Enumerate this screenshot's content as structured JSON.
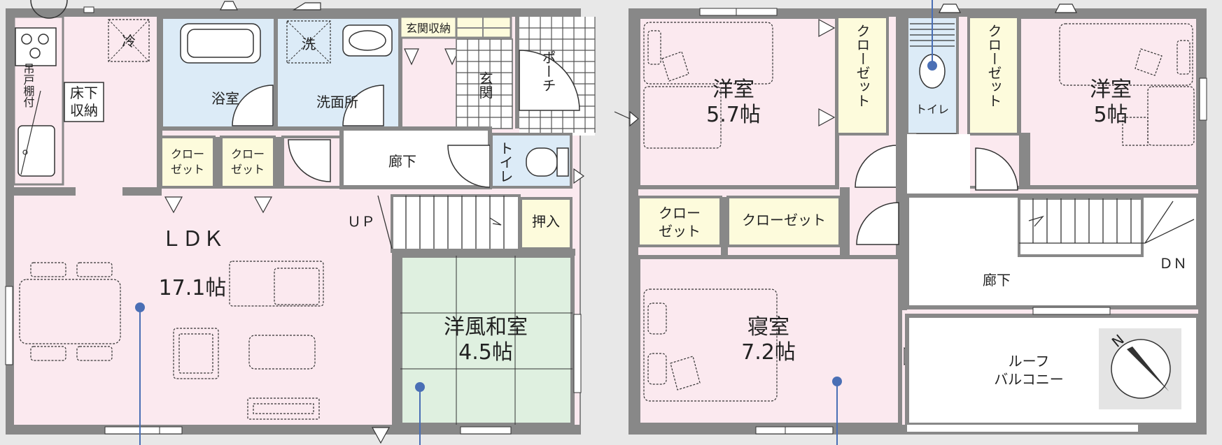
{
  "colors": {
    "wall": "#888888",
    "pink": "#fbe9ef",
    "blue": "#dcebf7",
    "yellow": "#fdfbdc",
    "green": "#dff0e0",
    "white": "#ffffff",
    "accent": "#4a6fb5"
  },
  "floor1": {
    "ldk": {
      "name": "ＬＤＫ",
      "size": "17.1帖"
    },
    "bath": "浴室",
    "washroom": "洗面所",
    "washer": "洗",
    "fridge": "冷",
    "underfloor_storage": [
      "床下",
      "収納"
    ],
    "hanging_shelf": "吊戸棚付",
    "entrance_storage": "玄関収納",
    "entrance": "玄関",
    "porch": "ポーチ",
    "hallway": "廊下",
    "toilet": "トイレ",
    "closet_left": [
      "クロー",
      "ゼット"
    ],
    "closet_right": [
      "クロー",
      "ゼット"
    ],
    "up": "ＵＰ",
    "oshiire": "押入",
    "washitsu": {
      "name": "洋風和室",
      "size": "4.5帖"
    }
  },
  "floor2": {
    "room_a": {
      "name": "洋室",
      "size": "5.7帖"
    },
    "room_b": {
      "name": "洋室",
      "size": "5帖"
    },
    "bedroom": {
      "name": "寝室",
      "size": "7.2帖"
    },
    "closet_a": "クローゼット",
    "closet_b": "クローゼット",
    "closet_c": [
      "クロー",
      "ゼット"
    ],
    "closet_d": "クローゼット",
    "toilet": "トイレ",
    "hallway": "廊下",
    "dn": "ＤＮ",
    "balcony": [
      "ルーフ",
      "バルコニー"
    ],
    "compass": "N"
  }
}
